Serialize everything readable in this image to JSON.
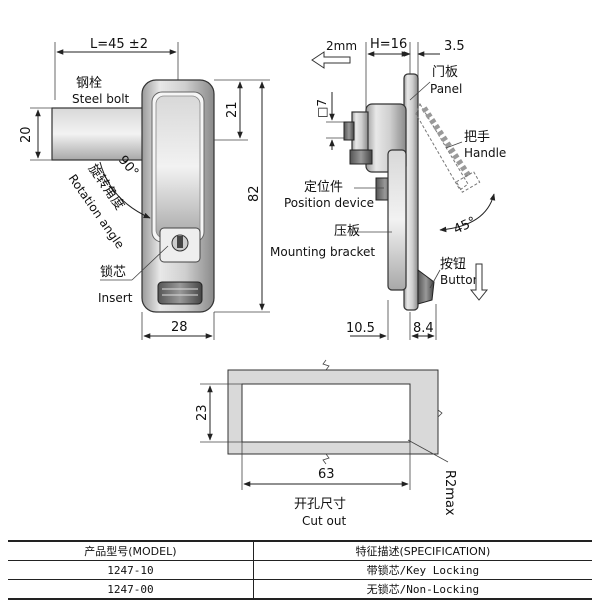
{
  "front_view": {
    "dim_length": "L=45 ±2",
    "dim_bolt_height": "20",
    "dim_upper": "21",
    "dim_total_height": "82",
    "dim_width": "28",
    "steel_bolt_cn": "钢栓",
    "steel_bolt_en": "Steel bolt",
    "rotation_angle_value": "90°",
    "rotation_angle_cn": "旋转角度",
    "rotation_angle_en": "Rotation angle",
    "insert_cn": "锁芯",
    "insert_en": "Insert"
  },
  "side_view": {
    "movement": "2mm",
    "dim_h": "H=16",
    "dim_panel": "3.5",
    "square": "□7",
    "panel_cn": "门板",
    "panel_en": "Panel",
    "handle_cn": "把手",
    "handle_en": "Handle",
    "position_cn": "定位件",
    "position_en": "Position device",
    "bracket_cn": "压板",
    "bracket_en": "Mounting bracket",
    "angle": "45°",
    "button_cn": "按钮",
    "button_en": "Button",
    "dim_left": "10.5",
    "dim_right": "8.4"
  },
  "cutout": {
    "dim_height": "23",
    "dim_width": "63",
    "radius": "R2max",
    "title_cn": "开孔尺寸",
    "title_en": "Cut out"
  },
  "spec_table": {
    "header_model": "产品型号(MODEL)",
    "header_spec": "特征描述(SPECIFICATION)",
    "rows": [
      {
        "model": "1247-10",
        "spec": "带锁芯/Key Locking"
      },
      {
        "model": "1247-00",
        "spec": "无锁芯/Non-Locking"
      }
    ]
  }
}
